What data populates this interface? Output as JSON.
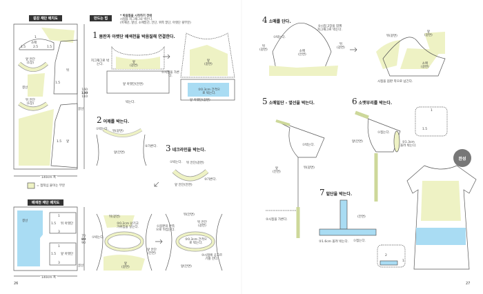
{
  "left": {
    "outer_layout_title": "겉감 재단 배치도",
    "howto_title": "만드는 법",
    "note": [
      "* 박음질을 시작하기 전에",
      "시접을 지그재그로 박는다.",
      "(어깨선, 옆선, 소매밑선, 안단, 위쪽 밑단, 아랫단 윗부분)"
    ],
    "pattern": {
      "sleeve": "소매",
      "m1": "1",
      "m15a": "1.5",
      "m25": "2.5",
      "m15b": "1.5",
      "front_facing": "앞 안단",
      "front_facing_n": "(1장)",
      "back": "뒤",
      "grain": "결선",
      "fold": "골선",
      "back_facing": "뒤 안단",
      "back_facing_n": "(1장)",
      "front": "앞",
      "m15c": "1.5",
      "m15d": "1.5",
      "heights": [
        "160",
        "130",
        "110"
      ],
      "width": "140cm 폭",
      "legend": "= 접착심 붙이는 부분"
    },
    "contrast_layout_title": "배색천 재단 배치도",
    "contrast": {
      "grain": "결선",
      "back_hem": "뒤 아랫단",
      "front_hem": "앞 아랫단",
      "m1": "1",
      "m15": "1.5",
      "m3": "3",
      "m1b": "1",
      "m15b": "1.5",
      "m3b": "3",
      "heights": [
        "70",
        "80",
        "90"
      ],
      "fold": "골선",
      "width": "140cm 폭"
    },
    "step1": {
      "num": "1",
      "title": "몸판과 아랫단 배색천을 박음질해 연결한다.",
      "zigzag": "지그재그로 박는다.",
      "front_right": "앞",
      "front_right2": "(겉면)",
      "hem_wrong": "앞 아랫단(안면)",
      "sew": "박는다.",
      "front2": "앞",
      "front2b": "(겉면)",
      "press": "①시접을 가른다.",
      "topstitch": "②0.3cm 간격으로 박는다.",
      "hem_right": "앞 아랫단(겉면)"
    },
    "step2": {
      "num": "2",
      "title": "어깨를 박는다.",
      "sew": "①박는다.",
      "back": "뒤(겉면)",
      "press": "②가른다.",
      "front": "앞(안면)"
    },
    "step3": {
      "num": "3",
      "title": "네크라인을 박는다.",
      "sew": "①박는다.",
      "back_facing": "뒤 안단(겉면)",
      "press": "②가른다.",
      "front_facing": "앞 안단(안면)"
    },
    "step3b": {
      "back": "뒤(겉면)",
      "clip": "②0.2cm 남기고 가위집을 넣는다.",
      "sew": "①박는다.",
      "front_facing": "앞 안단",
      "front_facing2": "(안면)",
      "front": "앞",
      "front2": "(겉면)",
      "back_wrong": "뒤(안면)",
      "turn": "①몸판의 안쪽으로 뒤집는다.",
      "back_facing": "뒤 안단",
      "back_facing2": "(겉면)",
      "topstitch": "②0.3cm 간격으로 박는다.",
      "slip": "③시접에 공그르기를 한다.",
      "front_wrong": "앞(안면)"
    },
    "page_num": "26"
  },
  "right": {
    "step4": {
      "num": "4",
      "title": "소매를 단다.",
      "sew": "①박는다.",
      "zigzag": "②시접 2장을 함께 지그재그로 박는다.",
      "back_l": "뒤",
      "back_l2": "(겉면)",
      "sleeve": "소매",
      "sleeve2": "(안면)",
      "back_r": "뒤",
      "back_r2": "(겉면)",
      "back3": "뒤(겉면)",
      "front3": "앞",
      "front3b": "(겉면)",
      "sleeve3": "소매",
      "sleeve3b": "(겉면)",
      "press": "시접을 몸판 쪽으로 넘긴다."
    },
    "step5": {
      "num": "5",
      "title": "소매밑단 - 옆선을 박는다.",
      "sew": "①박는다.",
      "back": "뒤(겉면)",
      "front": "앞",
      "front2": "(안면)",
      "press": "②시접을 가른다."
    },
    "step6": {
      "num": "6",
      "title": "소맷부리를 박는다.",
      "fold": "①접는다.",
      "front": "앞(안면)",
      "topstitch": "②1.3cm",
      "topstitch2": "올려 박는다.",
      "d1": "1",
      "d15": "1.5"
    },
    "done": "완성",
    "step7": {
      "num": "7",
      "title": "밑단을 박는다.",
      "wrong": "(안면)",
      "topstitch": "②1.6cm 올려 박는다.",
      "fold": "①접는다.",
      "d2": "2",
      "d1": "1"
    },
    "page_num": "27"
  },
  "colors": {
    "interfacing": "#eef2c4",
    "contrast": "#a9dcf3",
    "header": "#333333"
  }
}
